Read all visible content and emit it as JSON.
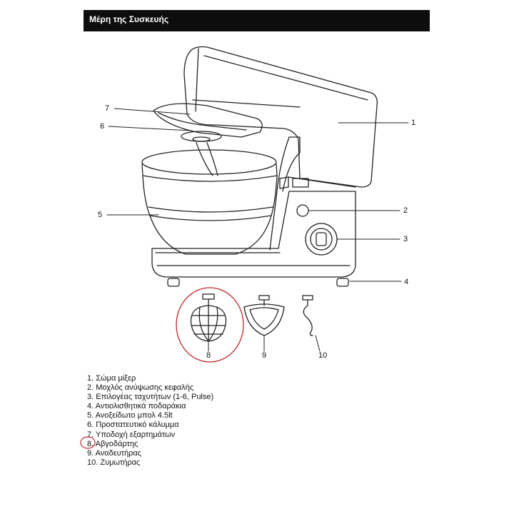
{
  "header": {
    "title": "Μέρη της Συσκευής"
  },
  "callouts": {
    "c1": "1",
    "c2": "2",
    "c3": "3",
    "c4": "4",
    "c5": "5",
    "c6": "6",
    "c7": "7",
    "c8": "8",
    "c9": "9",
    "c10": "10"
  },
  "parts": [
    "1. Σώμα μίξερ",
    "2. Μοχλός ανύψωσης κεφαλής",
    "3. Επιλογέας ταχυτήτων (1-6, Pulse)",
    "4. Αντιολισθητικά ποδαράκια",
    "5. Ανοξείδωτο μπολ 4.5lt",
    "6. Προστατευτικό κάλυμμα",
    "7. Υποδοχή εξαρτημάτων",
    "8. Αβγοδάρτης",
    "9. Αναδευτήρας",
    "10. Ζυμωτήρας"
  ],
  "colors": {
    "header_bg": "#0d0d0d",
    "highlight": "#c0282d",
    "line": "#222222"
  }
}
